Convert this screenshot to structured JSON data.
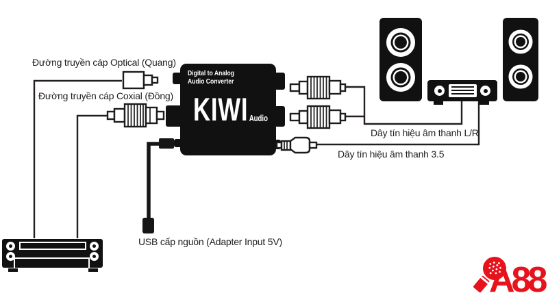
{
  "labels": {
    "optical": "Đường truyền cáp Optical (Quang)",
    "coaxial": "Đường truyền cáp Coxial (Đồng)",
    "audio_lr": "Dây tín hiệu âm thanh L/R",
    "audio_35": "Dây tín hiệu âm thanh 3.5",
    "usb_power": "USB cấp nguồn (Adapter Input 5V)"
  },
  "converter": {
    "desc_line1": "Digital to Analog",
    "desc_line2": "Audio Converter",
    "brand": "KIWI",
    "brand_suffix": "Audio"
  },
  "watermark": {
    "text": "A88",
    "color": "#e8121d",
    "icon": "microphone-icon"
  },
  "colors": {
    "component_black": "#111111",
    "wire": "#231f20",
    "label_text": "#1d1d1b",
    "background": "#ffffff"
  }
}
